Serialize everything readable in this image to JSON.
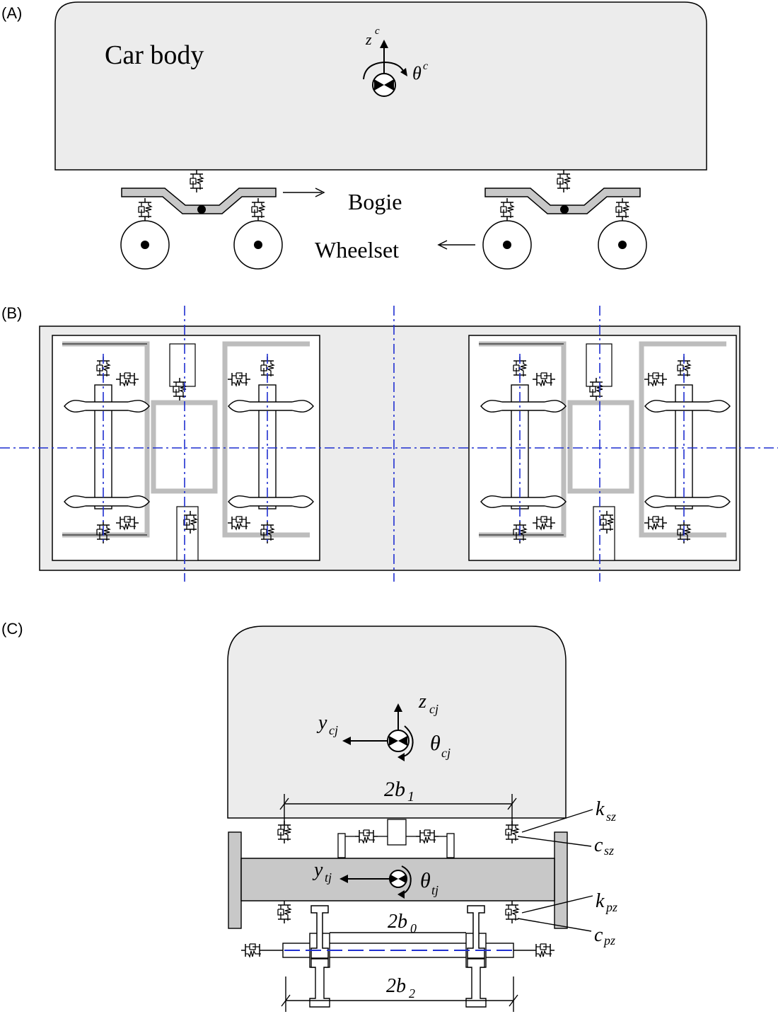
{
  "panels": {
    "a": {
      "label": "(A)",
      "car_body": "Car body",
      "bogie": "Bogie",
      "wheelset": "Wheelset",
      "z_symbol": "z",
      "z_super": "c",
      "theta_symbol": "θ",
      "theta_super": "c"
    },
    "b": {
      "label": "(B)"
    },
    "c": {
      "label": "(C)",
      "y_cj": "y",
      "y_cj_sub": "cj",
      "z_cj": "z",
      "z_cj_sub": "cj",
      "theta_cj": "θ",
      "theta_cj_sub": "cj",
      "y_tj": "y",
      "y_tj_sub": "tj",
      "theta_tj": "θ",
      "theta_tj_sub": "tj",
      "dim_2b1": "2b",
      "dim_2b1_sub": "1",
      "dim_2b0": "2b",
      "dim_2b0_sub": "0",
      "dim_2b2": "2b",
      "dim_2b2_sub": "2",
      "k_sz": "k",
      "k_sz_sub": "sz",
      "c_sz": "c",
      "c_sz_sub": "sz",
      "k_pz": "k",
      "k_pz_sub": "pz",
      "c_pz": "c",
      "c_pz_sub": "pz"
    }
  },
  "colors": {
    "body_fill": "#ececec",
    "frame_gray": "#bdbdbd",
    "bolster_gray": "#c8c8c8",
    "axis_blue": "#1f2fd0",
    "ink": "#000000"
  }
}
